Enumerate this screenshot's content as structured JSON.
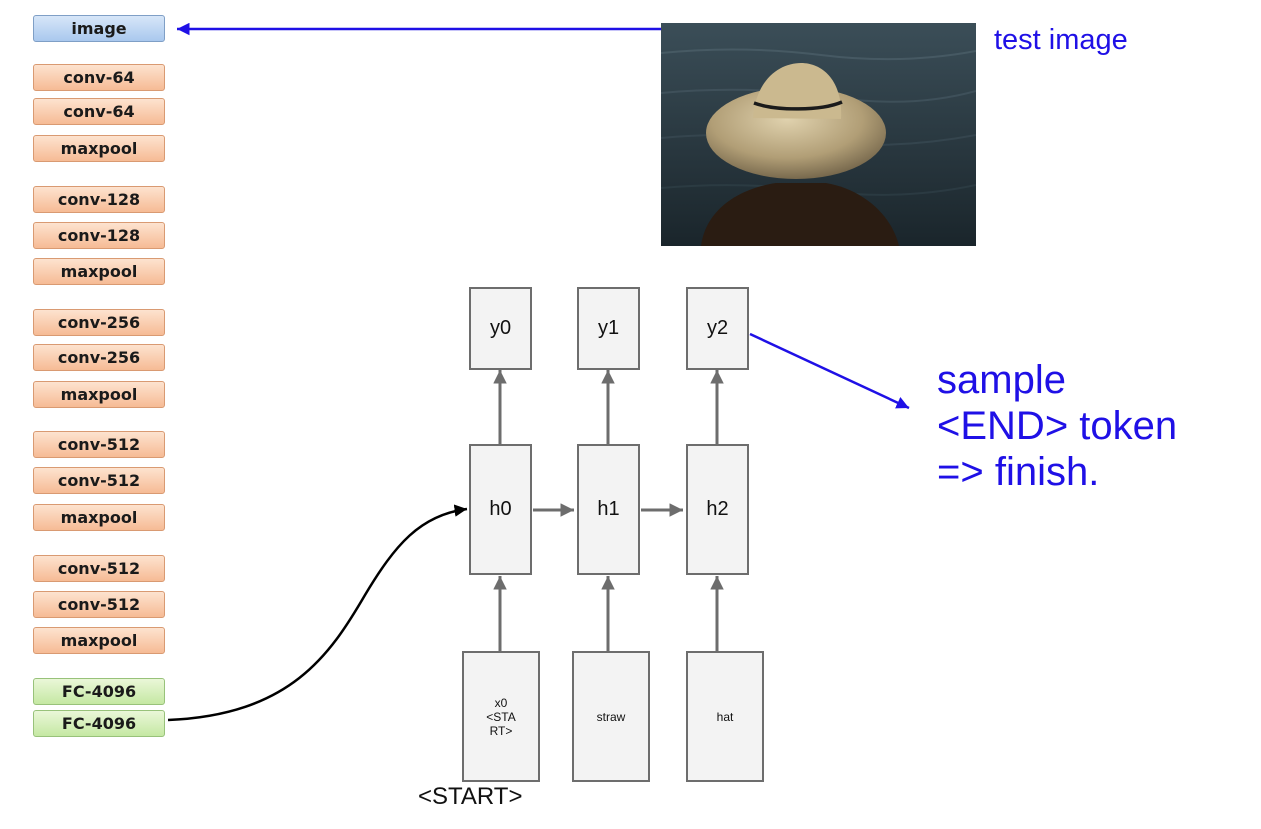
{
  "cnn_layers": [
    {
      "label": "image",
      "kind": "image"
    },
    {
      "label": "conv-64",
      "kind": "conv"
    },
    {
      "label": "conv-64",
      "kind": "conv"
    },
    {
      "label": "maxpool",
      "kind": "conv"
    },
    {
      "label": "conv-128",
      "kind": "conv"
    },
    {
      "label": "conv-128",
      "kind": "conv"
    },
    {
      "label": "maxpool",
      "kind": "conv"
    },
    {
      "label": "conv-256",
      "kind": "conv"
    },
    {
      "label": "conv-256",
      "kind": "conv"
    },
    {
      "label": "maxpool",
      "kind": "conv"
    },
    {
      "label": "conv-512",
      "kind": "conv"
    },
    {
      "label": "conv-512",
      "kind": "conv"
    },
    {
      "label": "maxpool",
      "kind": "conv"
    },
    {
      "label": "conv-512",
      "kind": "conv"
    },
    {
      "label": "conv-512",
      "kind": "conv"
    },
    {
      "label": "maxpool",
      "kind": "conv"
    },
    {
      "label": "FC-4096",
      "kind": "fc"
    },
    {
      "label": "FC-4096",
      "kind": "fc"
    }
  ],
  "rnn": {
    "outputs": [
      "y0",
      "y1",
      "y2"
    ],
    "hidden": [
      "h0",
      "h1",
      "h2"
    ],
    "inputs": [
      "x0\n<STA\nRT>",
      "straw",
      "hat"
    ]
  },
  "labels": {
    "test_image": "test image",
    "sample": "sample\n<END> token\n=> finish.",
    "start": "<START>"
  },
  "colors": {
    "annotation_blue": "#1f10e6",
    "node_fill": "#f3f3f3",
    "node_border": "#6d6d6d",
    "arrow_gray": "#6d6d6d"
  }
}
